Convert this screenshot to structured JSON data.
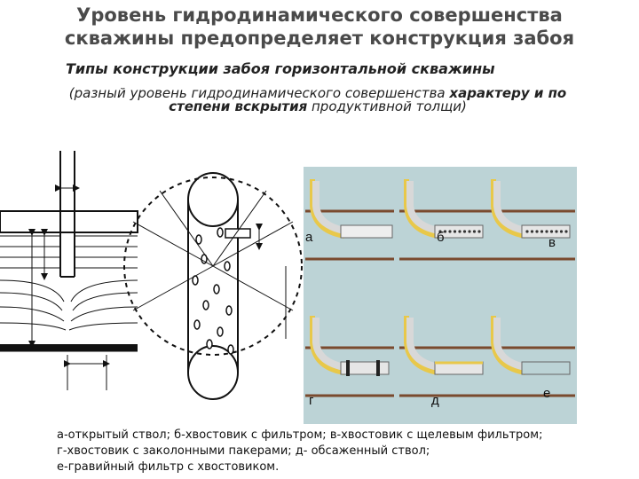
{
  "title_line1": "Уровень гидродинамического совершенства",
  "title_line2": "скважины предопределяет конструкция забоя",
  "subtitle": "Типы конструкции забоя горизонтальной скважины",
  "note": {
    "part1": "(разный уровень гидродинамического совершенства ",
    "bold1": "характеру и по",
    "bold2": "степени вскрытия",
    "part2": " продуктивной толщи)"
  },
  "panels": [
    {
      "label": "а",
      "type": "open-hole"
    },
    {
      "label": "б",
      "type": "liner-with-filter"
    },
    {
      "label": "в",
      "type": "slotted-liner"
    },
    {
      "label": "г",
      "type": "liner-with-packers"
    },
    {
      "label": "д",
      "type": "cased-hole"
    },
    {
      "label": "е",
      "type": "gravel-pack"
    }
  ],
  "caption": [
    "а-открытый ствол; б-хвостовик с фильтром; в-хвостовик с щелевым фильтром;",
    "г-хвостовик с заколонными пакерами; д- обсаженный ствол;",
    "е-гравийный фильтр с хвостовиком."
  ],
  "colors": {
    "panel_bg": "#bcd3d6",
    "formation": "#7a4a2e",
    "casing": "#e8c84a",
    "pipe": "#d8d8d8",
    "title": "#4a4a4a"
  }
}
